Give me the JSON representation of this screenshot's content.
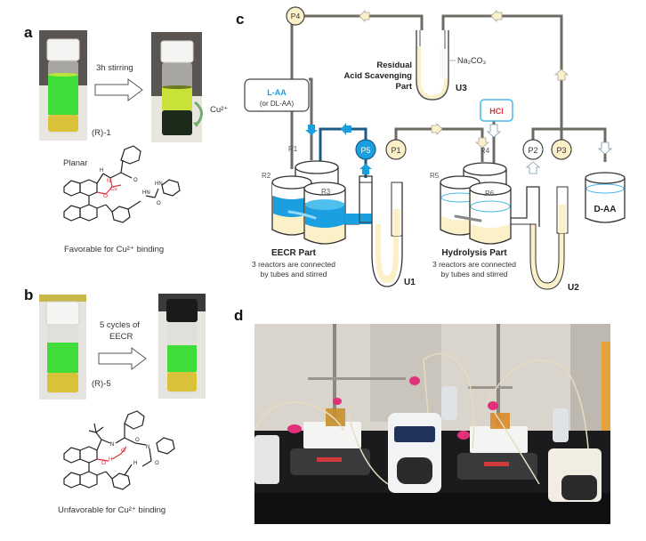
{
  "panels": {
    "a": {
      "letter": "a",
      "arrow_label": "3h stirring",
      "compound_label": "(R)-1",
      "cu_label": "Cu²⁺",
      "conformation": "Planar",
      "atom_labels": [
        "H",
        "N",
        "O",
        "O",
        "Cu",
        "O",
        "HN",
        "HN",
        "O",
        "O"
      ],
      "caption": "Favorable for Cu²⁺ binding",
      "colors": {
        "green_solution": "#3fdc3a",
        "yellow_phase": "#d9c23a",
        "dark_phase": "#1c2a1a",
        "yellow_green": "#c8e23a",
        "cu_highlight": "#e0303a"
      }
    },
    "b": {
      "letter": "b",
      "arrow_label_line1": "5 cycles of",
      "arrow_label_line2": "EECR",
      "compound_label": "(R)-5",
      "atom_labels": [
        "N",
        "O",
        "H",
        "O",
        "O",
        "H",
        "N",
        "O",
        "H"
      ],
      "caption": "Unfavorable for Cu²⁺ binding"
    },
    "c": {
      "letter": "c",
      "pumps": [
        "P1",
        "P2",
        "P3",
        "P4",
        "P5"
      ],
      "reactors": [
        "R1",
        "R2",
        "R3",
        "R4",
        "R5",
        "R6"
      ],
      "u_tubes": [
        "U1",
        "U2",
        "U3"
      ],
      "feed_box_line1": "L-AA",
      "feed_box_line2": "(or DL-AA)",
      "acid_box": "HCl",
      "product_label": "D-AA",
      "scavenger_reagent": "Na₂CO₃",
      "scavenging_title_1": "Residual",
      "scavenging_title_2": "Acid Scavenging",
      "scavenging_title_3": "Part",
      "eecr_title": "EECR Part",
      "eecr_desc_1": "3 reactors are connected",
      "eecr_desc_2": "by tubes and stirred",
      "hydrolysis_title": "Hydrolysis Part",
      "hydrolysis_desc_1": "3 reactors are connected",
      "hydrolysis_desc_2": "by tubes and stirred",
      "colors": {
        "tube": "#6e6a64",
        "cream": "#fbf0c8",
        "blue": "#1aa0e0",
        "hcl_red": "#e0303a",
        "hcl_border": "#4ab8e8",
        "dark_blue_tube": "#1e5a86"
      }
    },
    "d": {
      "letter": "d",
      "photo_description": "Laboratory setup: stir plates, ring stands, peristaltic pumps and tubing"
    }
  }
}
